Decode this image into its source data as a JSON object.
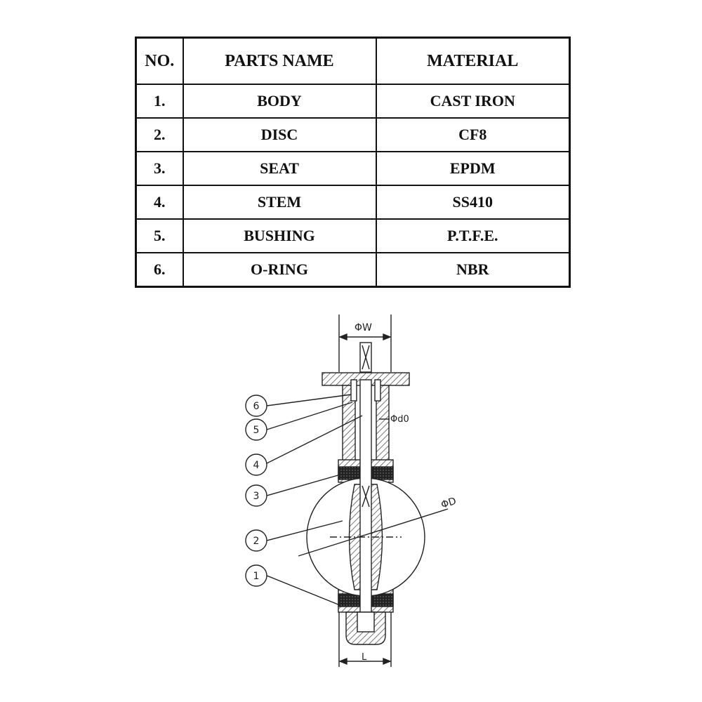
{
  "table": {
    "headers": {
      "no": "NO.",
      "name": "PARTS NAME",
      "material": "MATERIAL"
    },
    "rows": [
      {
        "no": "1.",
        "name": "BODY",
        "material": "CAST IRON"
      },
      {
        "no": "2.",
        "name": "DISC",
        "material": "CF8"
      },
      {
        "no": "3.",
        "name": "SEAT",
        "material": "EPDM"
      },
      {
        "no": "4.",
        "name": "STEM",
        "material": "SS410"
      },
      {
        "no": "5.",
        "name": "BUSHING",
        "material": "P.T.F.E."
      },
      {
        "no": "6.",
        "name": "O-RING",
        "material": "NBR"
      }
    ]
  },
  "diagram": {
    "dims": {
      "w": "ΦW",
      "d0": "Φd0",
      "d": "ΦD",
      "l": "L"
    },
    "callouts": [
      "6",
      "5",
      "4",
      "3",
      "2",
      "1"
    ],
    "colors": {
      "line": "#222222",
      "hatch": "#555555",
      "seat": "#222222"
    }
  }
}
